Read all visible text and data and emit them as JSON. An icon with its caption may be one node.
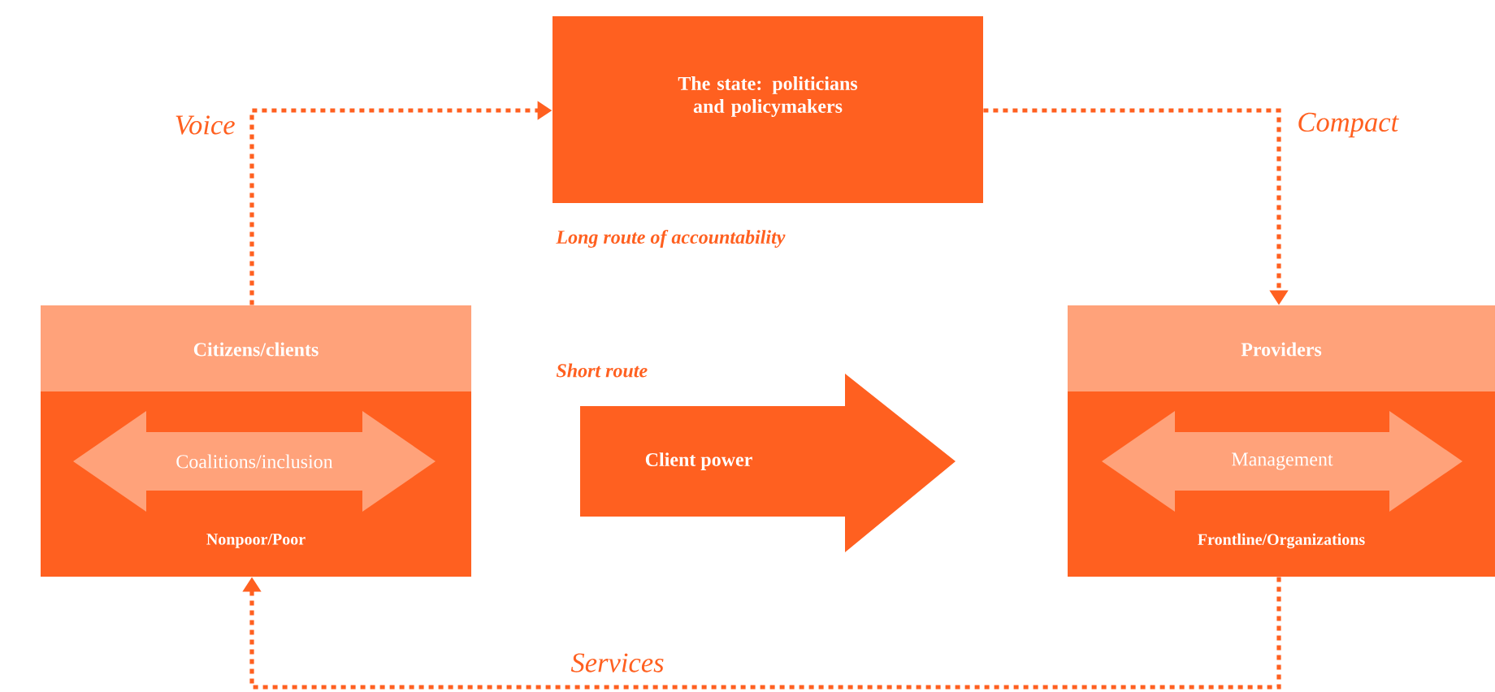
{
  "diagram": {
    "nodes": [
      {
        "text": [
          "The state: politicians and policymakers"
        ],
        "beside": [
          "Long route of accountability"
        ]
      },
      {
        "text": [
          "Citizens/clients",
          "Nonpoor/Poor"
        ]
      },
      {
        "text": [
          "Coalitions/inclusion"
        ],
        "in": 1
      },
      {
        "text": [
          "Providers",
          "Frontline/Organizations"
        ]
      },
      {
        "text": [
          "Management"
        ],
        "in": 3
      },
      {
        "text": [
          "Client power"
        ],
        "beside": [
          "Short route"
        ]
      }
    ],
    "edges": [
      {
        "from": 1,
        "to": 0,
        "arrow": "to",
        "label": "Voice",
        "style": "dashed"
      },
      {
        "from": 0,
        "to": 3,
        "arrow": "to",
        "label": "Compact",
        "style": "dashed"
      },
      {
        "from": 3,
        "to": 1,
        "arrow": "to",
        "label": "Services",
        "style": "dashed"
      }
    ]
  }
}
